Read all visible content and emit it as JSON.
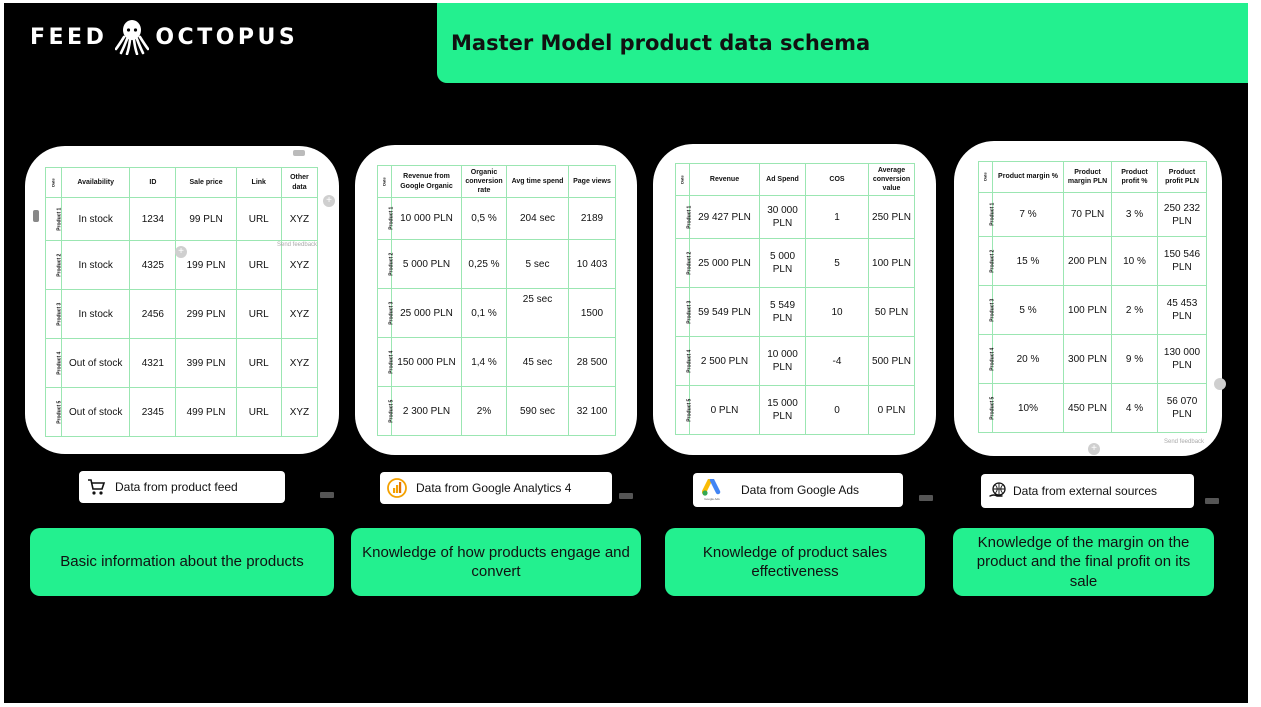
{
  "logo": {
    "left": "FEED",
    "right": "OCTOPUS"
  },
  "title": "Master Model product data schema",
  "feedback_label": "Send feedback",
  "corner_label": "Date",
  "row_labels": [
    "Product 1",
    "Product 2",
    "Product 3",
    "Product 4",
    "Product 5"
  ],
  "tables": [
    {
      "headers": [
        "Availability",
        "ID",
        "Sale price",
        "Link",
        "Other data"
      ],
      "rows": [
        [
          "In stock",
          "1234",
          "99 PLN",
          "URL",
          "XYZ"
        ],
        [
          "In stock",
          "4325",
          "199 PLN",
          "URL",
          "XYZ"
        ],
        [
          "In stock",
          "2456",
          "299 PLN",
          "URL",
          "XYZ"
        ],
        [
          "Out of stock",
          "4321",
          "399 PLN",
          "URL",
          "XYZ"
        ],
        [
          "Out of stock",
          "2345",
          "499 PLN",
          "URL",
          "XYZ"
        ]
      ]
    },
    {
      "headers": [
        "Revenue from Google Organic",
        "Organic conversion rate",
        "Avg time spend",
        "Page views"
      ],
      "rows": [
        [
          "10 000 PLN",
          "0,5 %",
          "204 sec",
          "2189"
        ],
        [
          "5 000 PLN",
          "0,25 %",
          "5 sec",
          "10 403"
        ],
        [
          "25 000 PLN",
          "0,1 %",
          "25 sec",
          "1500"
        ],
        [
          "150 000 PLN",
          "1,4 %",
          "45 sec",
          "28 500"
        ],
        [
          "2 300 PLN",
          "2%",
          "590 sec",
          "32 100"
        ]
      ]
    },
    {
      "headers": [
        "Revenue",
        "Ad Spend",
        "COS",
        "Average conversion value"
      ],
      "rows": [
        [
          "29 427 PLN",
          "30 000 PLN",
          "1",
          "250 PLN"
        ],
        [
          "25 000 PLN",
          "5 000 PLN",
          "5",
          "100 PLN"
        ],
        [
          "59 549 PLN",
          "5 549 PLN",
          "10",
          "50 PLN"
        ],
        [
          "2 500 PLN",
          "10 000 PLN",
          "-4",
          "500 PLN"
        ],
        [
          "0 PLN",
          "15 000 PLN",
          "0",
          "0 PLN"
        ]
      ]
    },
    {
      "headers": [
        "Product margin %",
        "Product margin PLN",
        "Product profit %",
        "Product profit PLN"
      ],
      "rows": [
        [
          "7 %",
          "70 PLN",
          "3 %",
          "250 232 PLN"
        ],
        [
          "15 %",
          "200 PLN",
          "10 %",
          "150 546 PLN"
        ],
        [
          "5 %",
          "100 PLN",
          "2 %",
          "45 453 PLN"
        ],
        [
          "20 %",
          "300 PLN",
          "9 %",
          "130 000 PLN"
        ],
        [
          "10%",
          "450 PLN",
          "4 %",
          "56 070 PLN"
        ]
      ]
    }
  ],
  "sources": [
    {
      "label": "Data from product feed",
      "icon": "cart-icon"
    },
    {
      "label": "Data from Google Analytics 4",
      "icon": "google-analytics-icon"
    },
    {
      "label": "Data from Google Ads",
      "icon": "google-ads-icon"
    },
    {
      "label": "Data from external sources",
      "icon": "globe-hand-icon"
    }
  ],
  "google_ads_caption": "Google Ads",
  "descriptions": [
    "Basic information about the products",
    "Knowledge of how products engage and convert",
    "Knowledge of product sales effectiveness",
    "Knowledge of the margin on the product and the final profit on its sale"
  ],
  "colors": {
    "accent": "#23f08f",
    "background": "#000000",
    "grid": "#9be6b2"
  }
}
